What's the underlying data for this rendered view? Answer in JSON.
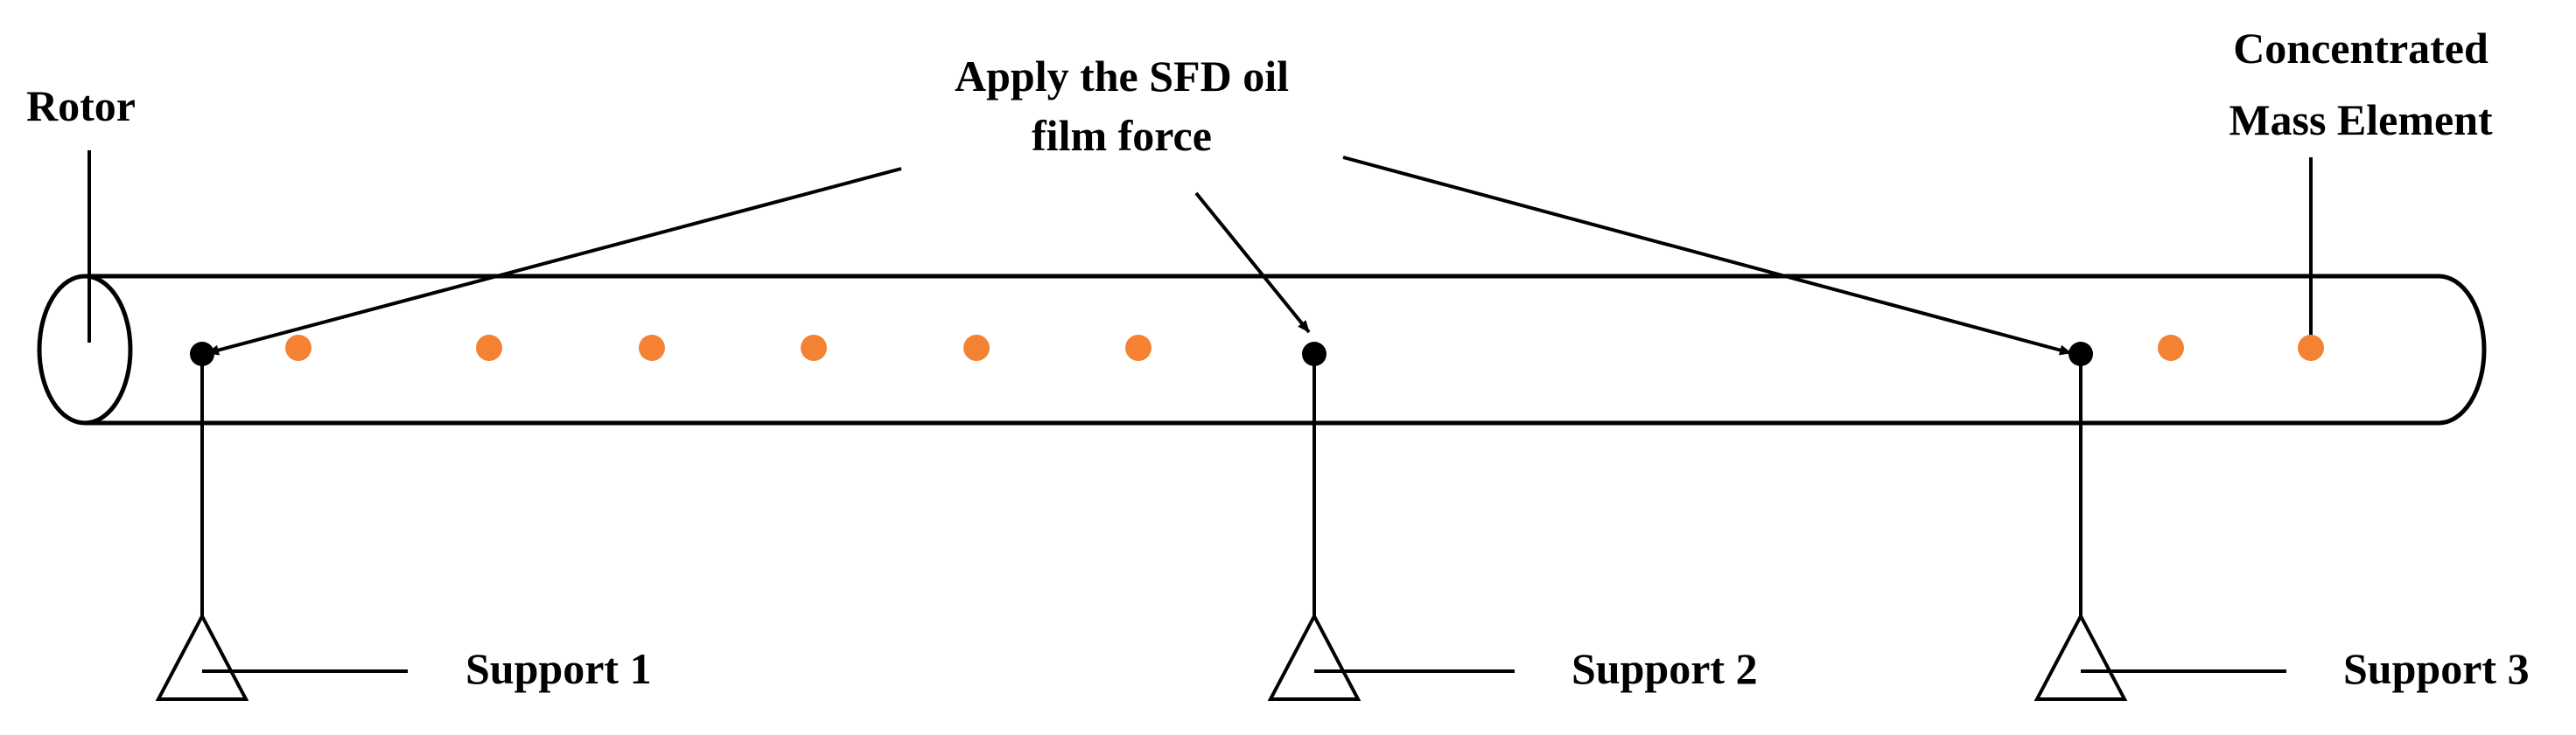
{
  "labels": {
    "rotor": "Rotor",
    "sfd_line1": "Apply the SFD oil",
    "sfd_line2": "film force",
    "mass_line1": "Concentrated",
    "mass_line2": "Mass Element",
    "support1": "Support 1",
    "support2": "Support 2",
    "support3": "Support 3"
  },
  "colors": {
    "mass_node": "#f58233",
    "support_node": "#000000",
    "stroke": "#000000",
    "background": "#ffffff"
  },
  "counts": {
    "mass_elements": 8,
    "supports": 3
  }
}
